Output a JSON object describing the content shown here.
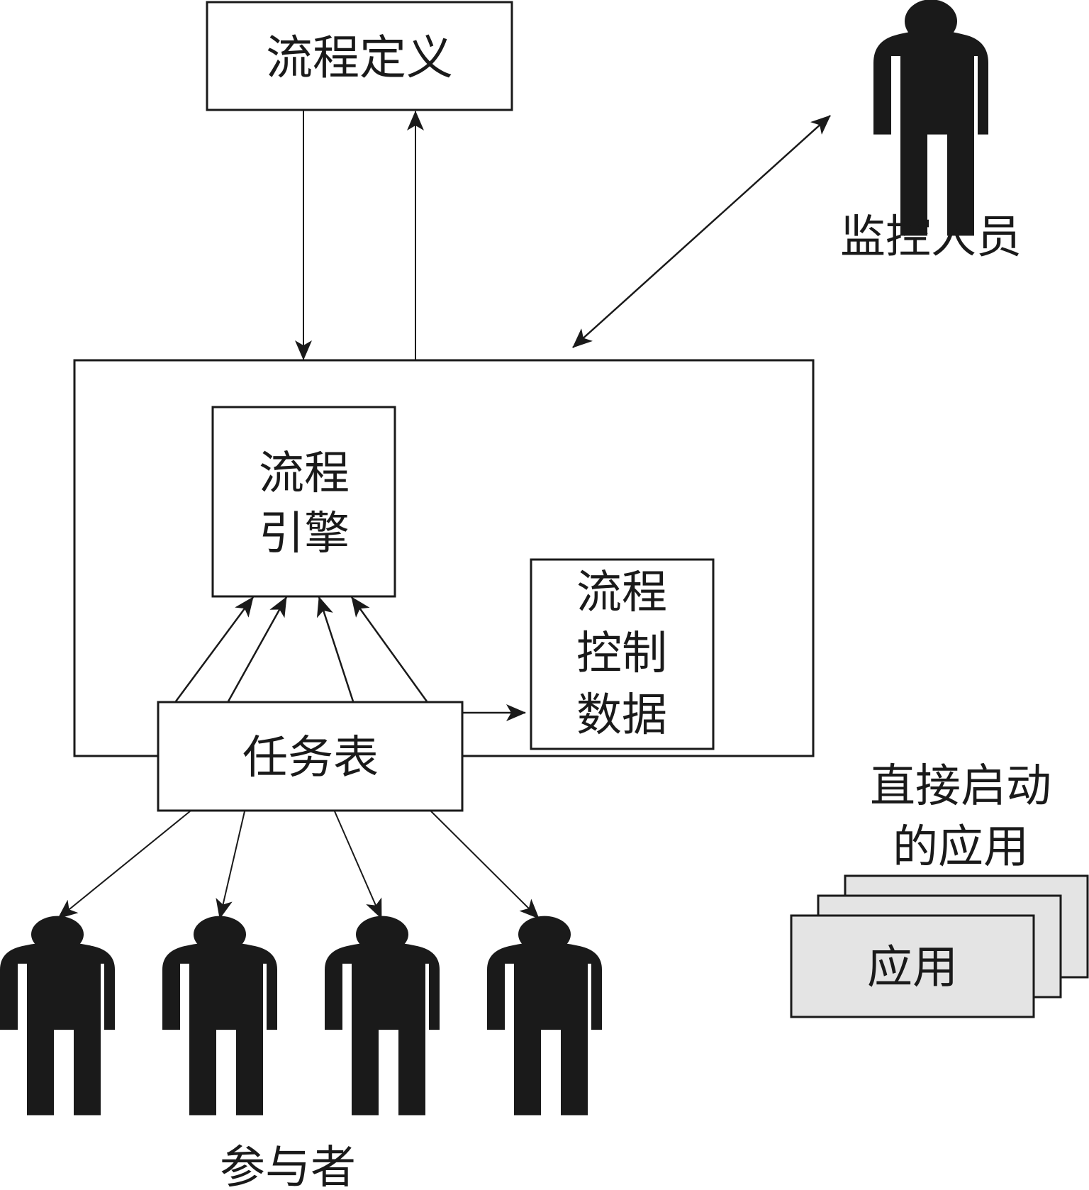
{
  "diagram": {
    "title": "",
    "nodes": {
      "process_definition": {
        "label": "流程定义"
      },
      "process_engine": {
        "lines": [
          "流程",
          "引擎"
        ]
      },
      "process_control_data": {
        "lines": [
          "流程",
          "控制",
          "数据"
        ]
      },
      "task_list": {
        "label": "任务表"
      },
      "monitor": {
        "label": "监控人员"
      },
      "participants": {
        "label": "参与者",
        "count": 4
      },
      "direct_apps": {
        "caption_lines": [
          "直接启动",
          "的应用"
        ],
        "card_label": "应用"
      }
    },
    "edges": [
      {
        "from": "process_definition",
        "to": "process_engine_container",
        "direction": "down"
      },
      {
        "from": "process_engine_container",
        "to": "process_definition",
        "direction": "up"
      },
      {
        "from": "monitor",
        "to": "process_engine_container",
        "direction": "bidirectional"
      },
      {
        "from": "task_list",
        "to": "process_engine",
        "count": 4
      },
      {
        "from": "task_list",
        "to": "process_control_data"
      },
      {
        "from": "task_list",
        "to": "participants",
        "count": 4
      }
    ],
    "colors": {
      "stroke": "#1a1a1a",
      "app_fill": "#e4e4e4",
      "background": "#ffffff"
    }
  }
}
